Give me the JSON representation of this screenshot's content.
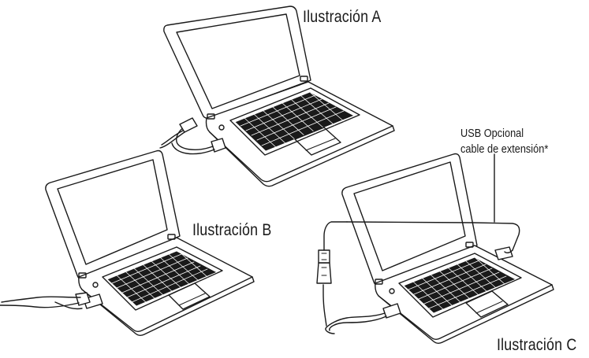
{
  "figures": [
    {
      "label": "Ilustración A"
    },
    {
      "label": "Ilustración B"
    },
    {
      "label": "Ilustración C"
    }
  ],
  "callout": {
    "line1": "USB Opcional",
    "line2": "cable de extensión*"
  },
  "colors": {
    "stroke": "#1a1a1a",
    "fill": "#ffffff",
    "key": "#1a1a1a"
  }
}
